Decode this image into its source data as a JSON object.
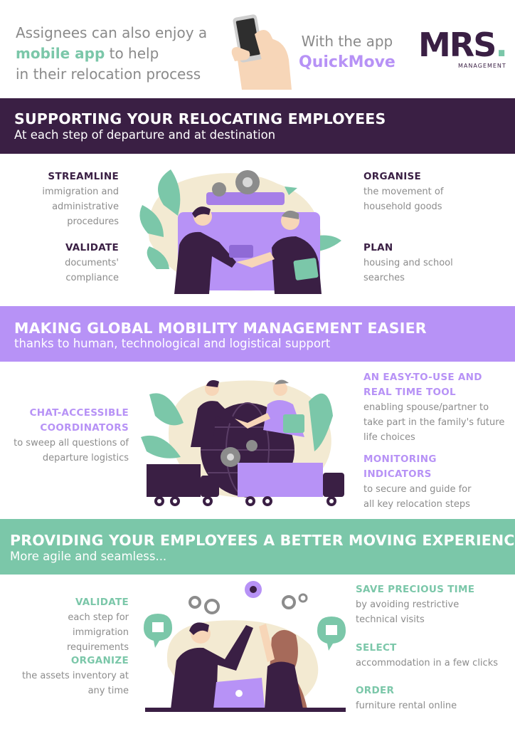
{
  "header": {
    "line1": "Assignees can also enjoy a",
    "highlight": "mobile app",
    "line2_rest": " to help",
    "line3": "in their relocation process",
    "with_app": "With the app",
    "app_name": "QuickMove",
    "logo_text": "MRS",
    "logo_dot": ".",
    "logo_sub": "MANAGEMENT"
  },
  "section1": {
    "title": "SUPPORTING YOUR RELOCATING EMPLOYEES",
    "subtitle": "At each step of departure and at destination",
    "left": [
      {
        "heading": "STREAMLINE",
        "lines": [
          "immigration and",
          "administrative",
          "procedures"
        ]
      },
      {
        "heading": "VALIDATE",
        "lines": [
          "documents'",
          "compliance"
        ]
      }
    ],
    "right": [
      {
        "heading": "ORGANISE",
        "lines": [
          "the movement of",
          "household goods"
        ]
      },
      {
        "heading": "PLAN",
        "lines": [
          "housing and school",
          "searches"
        ]
      }
    ]
  },
  "section2": {
    "title": "MAKING GLOBAL MOBILITY MANAGEMENT EASIER",
    "subtitle": "thanks to human, technological and logistical support",
    "left": [
      {
        "heading_lines": [
          "CHAT-ACCESSIBLE",
          "COORDINATORS"
        ],
        "lines": [
          "to sweep all questions of",
          "departure logistics"
        ]
      }
    ],
    "right": [
      {
        "heading_lines": [
          "AN EASY-TO-USE AND",
          "REAL TIME TOOL"
        ],
        "lines": [
          "enabling spouse/partner to",
          "take part in the family's future",
          "life choices"
        ]
      },
      {
        "heading_lines": [
          "MONITORING",
          "INDICATORS"
        ],
        "lines": [
          "to secure and guide for",
          "all key relocation steps"
        ]
      }
    ]
  },
  "section3": {
    "title": "PROVIDING YOUR EMPLOYEES A BETTER MOVING EXPERIENCE",
    "subtitle": "More agile and seamless...",
    "left": [
      {
        "heading": "VALIDATE",
        "lines": [
          "each step for immigration",
          "requirements"
        ]
      },
      {
        "heading": "ORGANIZE",
        "lines": [
          "the assets inventory at",
          "any time"
        ]
      }
    ],
    "right": [
      {
        "heading": "SAVE PRECIOUS TIME",
        "lines": [
          "by avoiding restrictive",
          "technical visits"
        ]
      },
      {
        "heading": "SELECT",
        "lines": [
          "accommodation in a few clicks"
        ]
      },
      {
        "heading": "ORDER",
        "lines": [
          "furniture rental online"
        ]
      }
    ]
  },
  "colors": {
    "dark": "#3a1f44",
    "purple": "#b792f6",
    "green": "#7bc7a9",
    "gray": "#8c8c8c"
  }
}
